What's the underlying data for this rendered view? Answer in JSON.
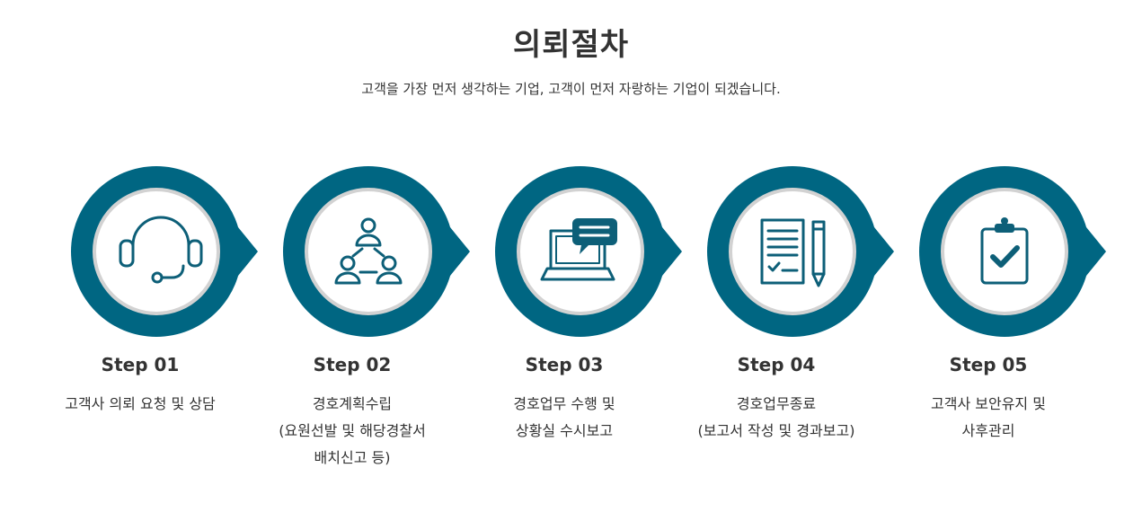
{
  "header": {
    "title": "의뢰절차",
    "subtitle": "고객을 가장 먼저 생각하는 기업, 고객이 먼저 자랑하는 기업이 되겠습니다."
  },
  "colors": {
    "ring": "#006682",
    "icon": "#0d5f78",
    "inner_border": "#cfcfcf",
    "text": "#333333"
  },
  "steps": [
    {
      "label": "Step 01",
      "icon": "headset-icon",
      "lines": [
        "고객사 의뢰 요청 및 상담"
      ]
    },
    {
      "label": "Step 02",
      "icon": "team-network-icon",
      "lines": [
        "경호계획수립",
        "(요원선발 및 해당경찰서",
        "배치신고 등)"
      ]
    },
    {
      "label": "Step 03",
      "icon": "monitor-chat-icon",
      "lines": [
        "경호업무 수행 및",
        "상황실 수시보고"
      ]
    },
    {
      "label": "Step 04",
      "icon": "document-pencil-icon",
      "lines": [
        "경호업무종료",
        "(보고서 작성 및 경과보고)"
      ]
    },
    {
      "label": "Step 05",
      "icon": "clipboard-check-icon",
      "lines": [
        "고객사 보안유지 및",
        "사후관리"
      ]
    }
  ]
}
